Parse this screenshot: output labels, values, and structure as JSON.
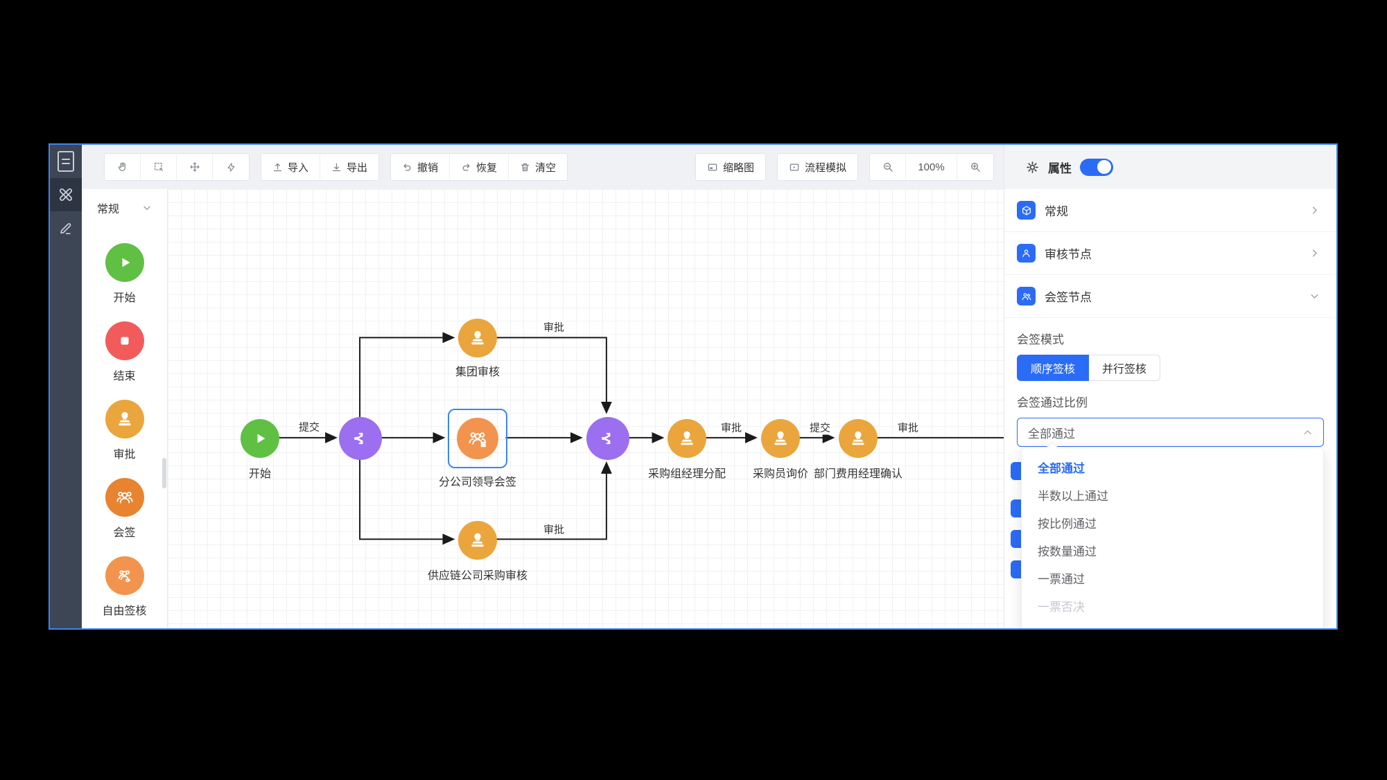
{
  "colors": {
    "accent": "#2b6cf6",
    "selection": "#3a86f4",
    "green": "#5fc043",
    "red": "#f15b5b",
    "amber": "#eaa53c",
    "orange": "#e8832f",
    "orange_light": "#f2944d",
    "purple": "#9b6ff0",
    "edge": "#1a1a1a"
  },
  "toolbar": {
    "import_label": "导入",
    "export_label": "导出",
    "undo_label": "撤销",
    "redo_label": "恢复",
    "clear_label": "清空",
    "minimap_label": "缩略图",
    "simulate_label": "流程模拟",
    "zoom_value": "100%"
  },
  "panel_header": {
    "title": "属性",
    "toggle_on": true
  },
  "palette": {
    "header": "常规",
    "items": [
      {
        "label": "开始",
        "type": "start"
      },
      {
        "label": "结束",
        "type": "end"
      },
      {
        "label": "审批",
        "type": "approve"
      },
      {
        "label": "会签",
        "type": "countersign"
      },
      {
        "label": "自由签核",
        "type": "free-sign"
      }
    ]
  },
  "canvas": {
    "nodes": [
      {
        "label": "开始",
        "type": "start"
      },
      {
        "label": "",
        "type": "gateway"
      },
      {
        "label": "集团审核",
        "type": "approve"
      },
      {
        "label": "分公司领导会签",
        "type": "countersign",
        "selected": true
      },
      {
        "label": "供应链公司采购审核",
        "type": "approve"
      },
      {
        "label": "",
        "type": "gateway"
      },
      {
        "label": "采购组经理分配",
        "type": "approve"
      },
      {
        "label": "采购员询价",
        "type": "approve"
      },
      {
        "label": "部门费用经理确认",
        "type": "approve"
      }
    ],
    "edge_labels": [
      "提交",
      "审批",
      "审批",
      "审批",
      "提交",
      "审批"
    ]
  },
  "panel": {
    "sections": [
      {
        "label": "常规",
        "state": "collapsed"
      },
      {
        "label": "审核节点",
        "state": "collapsed"
      },
      {
        "label": "会签节点",
        "state": "expanded"
      }
    ],
    "sign_mode": {
      "label": "会签模式",
      "options": [
        "顺序签核",
        "并行签核"
      ],
      "selected": "顺序签核"
    },
    "pass_ratio": {
      "label": "会签通过比例",
      "value": "全部通过"
    },
    "dropdown_options": [
      {
        "label": "全部通过",
        "selected": true
      },
      {
        "label": "半数以上通过"
      },
      {
        "label": "按比例通过"
      },
      {
        "label": "按数量通过"
      },
      {
        "label": "一票通过"
      },
      {
        "label": "一票否决",
        "disabled": true
      }
    ],
    "obscured_section_icons": 4
  }
}
